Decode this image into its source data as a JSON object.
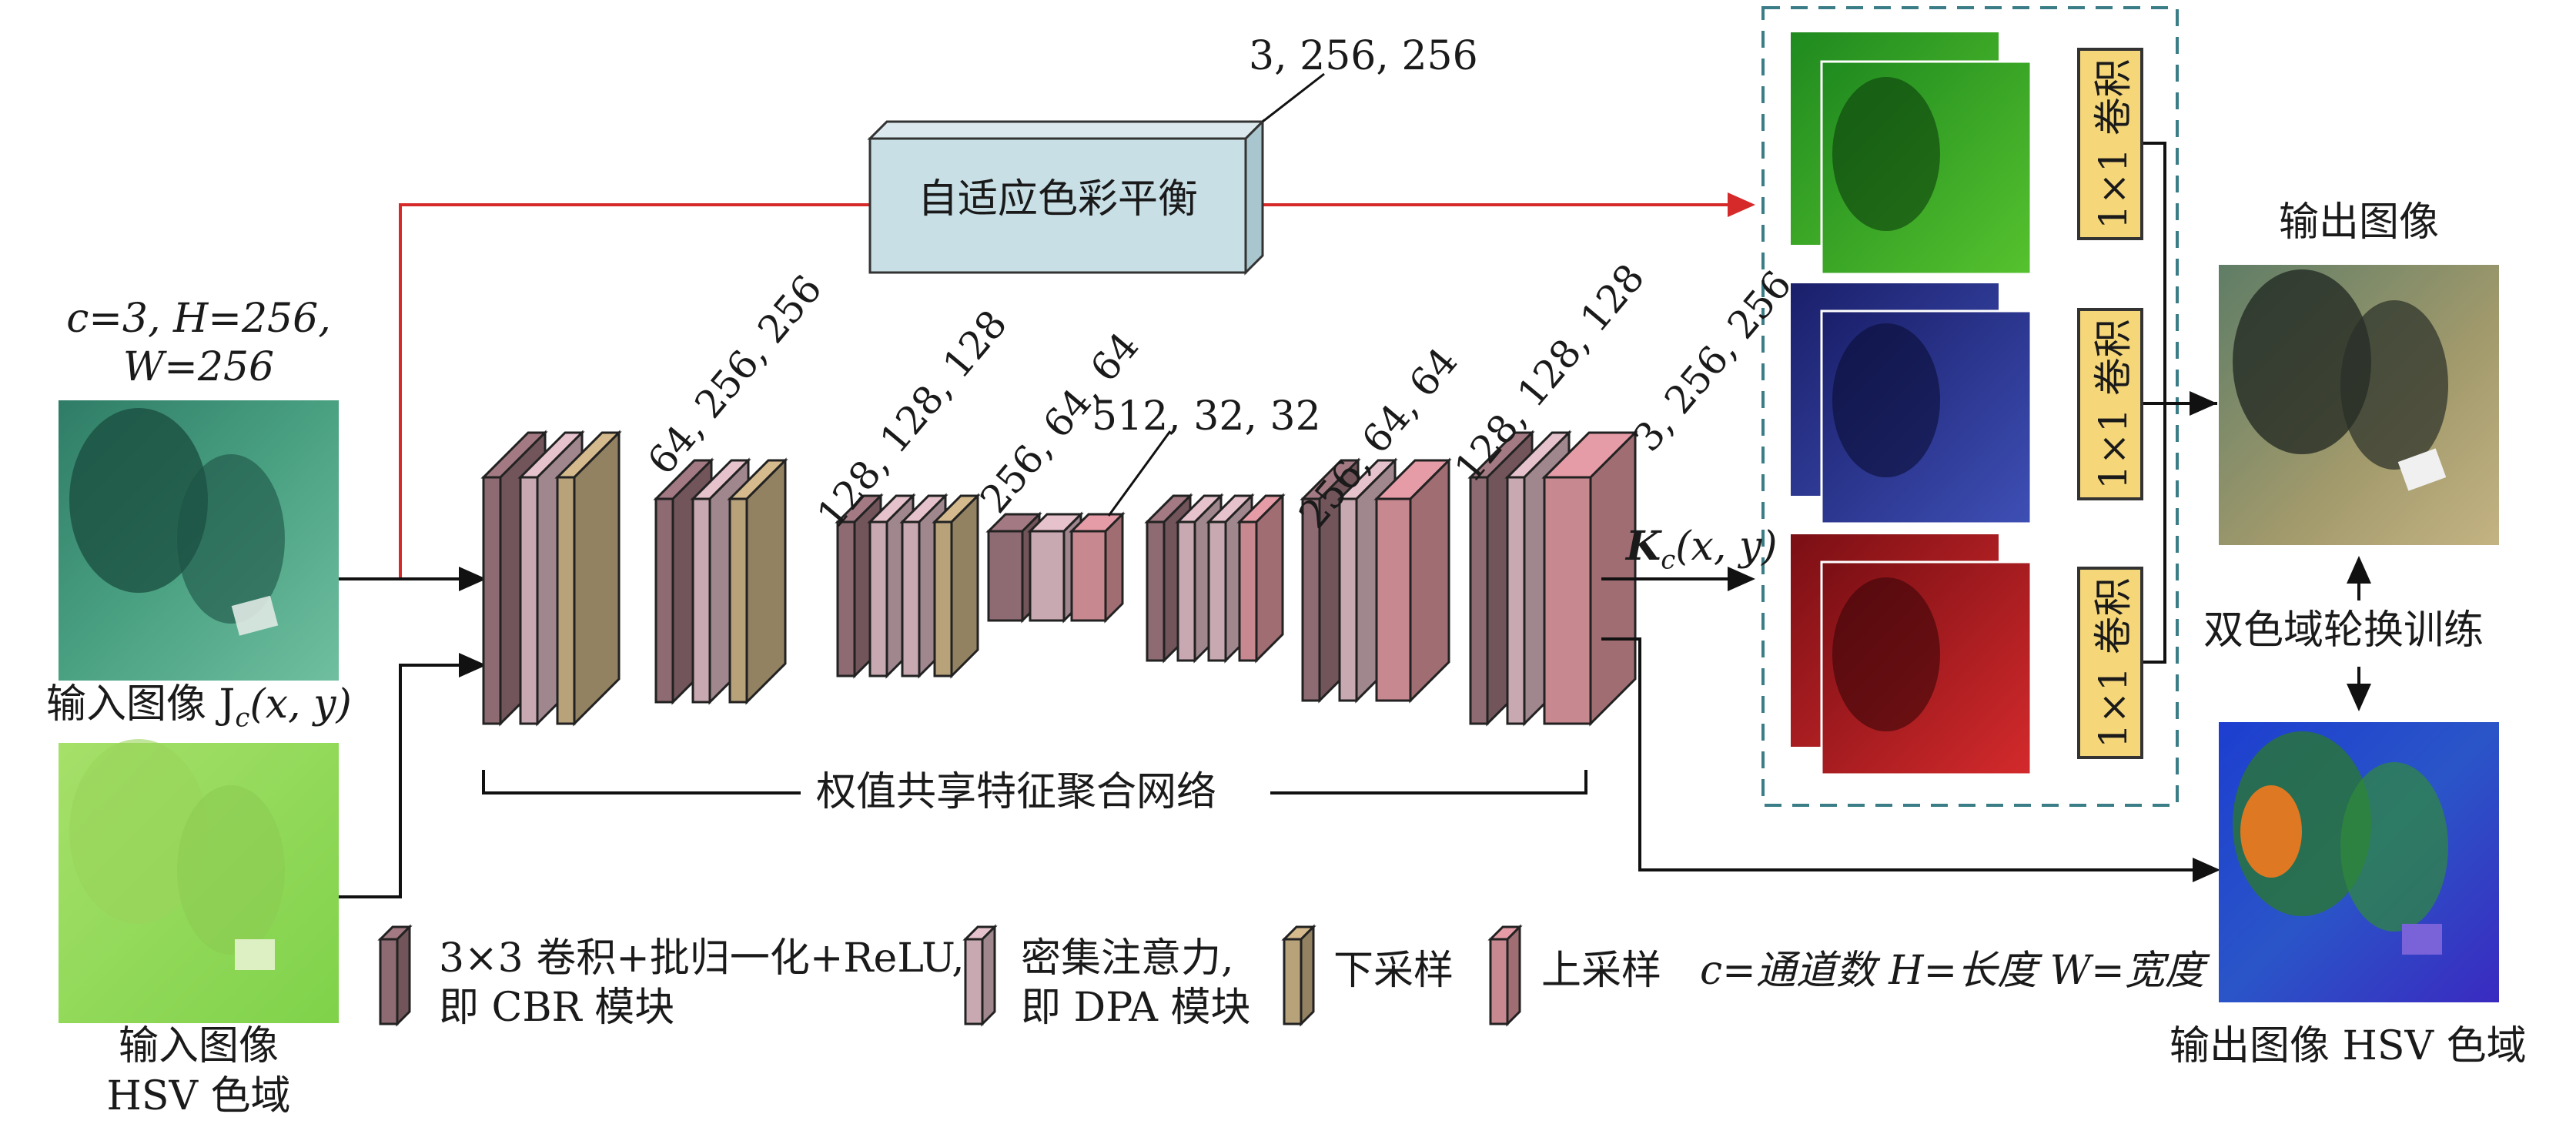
{
  "input": {
    "dims_line1": "c=3, H=256,",
    "dims_line2": "W=256",
    "caption": "输入图像 J",
    "caption_sub": "c",
    "caption_tail": "(x, y)",
    "hsv_caption_1": "输入图像",
    "hsv_caption_2": "HSV 色域"
  },
  "acb": {
    "label": "自适应色彩平衡",
    "dims": "3, 256, 256"
  },
  "layer_dims": [
    "64, 256, 256",
    "128, 128, 128",
    "256, 64, 64",
    "512, 32, 32",
    "256, 64, 64",
    "128, 128, 128",
    "3, 256, 256"
  ],
  "network_label": "权值共享特征聚合网络",
  "kc": {
    "k": "K",
    "sub": "c",
    "tail": "(x, y)"
  },
  "conv1x1": [
    "1×1 卷积",
    "1×1 卷积",
    "1×1 卷积"
  ],
  "output": {
    "title": "输出图像",
    "swap_label": "双色域轮换训练",
    "hsv_caption": "输出图像 HSV 色域"
  },
  "legend": {
    "cbr_1": "3×3 卷积+批归一化+ReLU,",
    "cbr_2": "即 CBR 模块",
    "dpa_1": "密集注意力,",
    "dpa_2": "即 DPA 模块",
    "down": "下采样",
    "up": "上采样",
    "notation": "c=通道数 H=长度 W=宽度"
  },
  "colors": {
    "cbr": "#8e6a72",
    "dpa": "#c8a9b1",
    "down": "#b8a27a",
    "up": "#c88890",
    "acb_box": "#c8dfe6",
    "conv_box": "#f5d77a",
    "red_arrow": "#d62a2a",
    "dashed": "#3a7d86"
  }
}
